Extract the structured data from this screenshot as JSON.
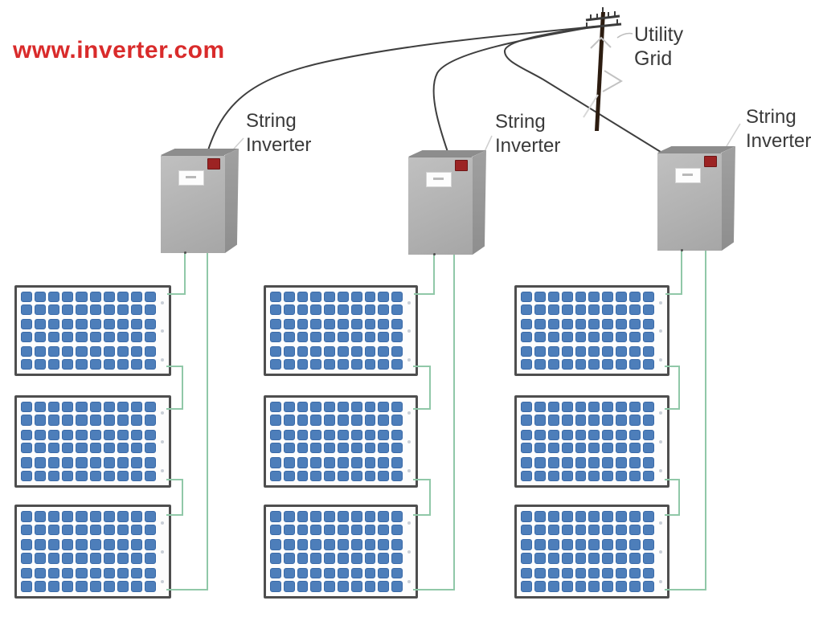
{
  "title": "Solar string inverter wiring diagram",
  "watermark": {
    "text": "www.inverter.com",
    "color": "#d92b2b"
  },
  "labels": {
    "string_inverter": {
      "line1": "String",
      "line2": "Inverter"
    },
    "utility_grid": {
      "line1": "Utility",
      "line2": "Grid"
    }
  },
  "system": {
    "inverter_count": 3,
    "panels_per_string": 3,
    "panel_cell_grid": {
      "columns": 10,
      "rows": 6
    },
    "icons": [
      "solar-panel",
      "string-inverter",
      "utility-pole",
      "dc-wire",
      "ac-wire",
      "inverter-led",
      "inverter-nameplate"
    ]
  },
  "colors": {
    "panel_cell": "#4d7eba",
    "panel_cell_border": "#3a6aa8",
    "panel_frame": "#4e4e4e",
    "dc_wire": "#90c8a8",
    "ac_wire": "#3f3f3f",
    "inverter_body": "#b3b3b3",
    "inverter_led": "#9c2323",
    "pole": "#2c1c10",
    "text": "#3a3a3a"
  }
}
